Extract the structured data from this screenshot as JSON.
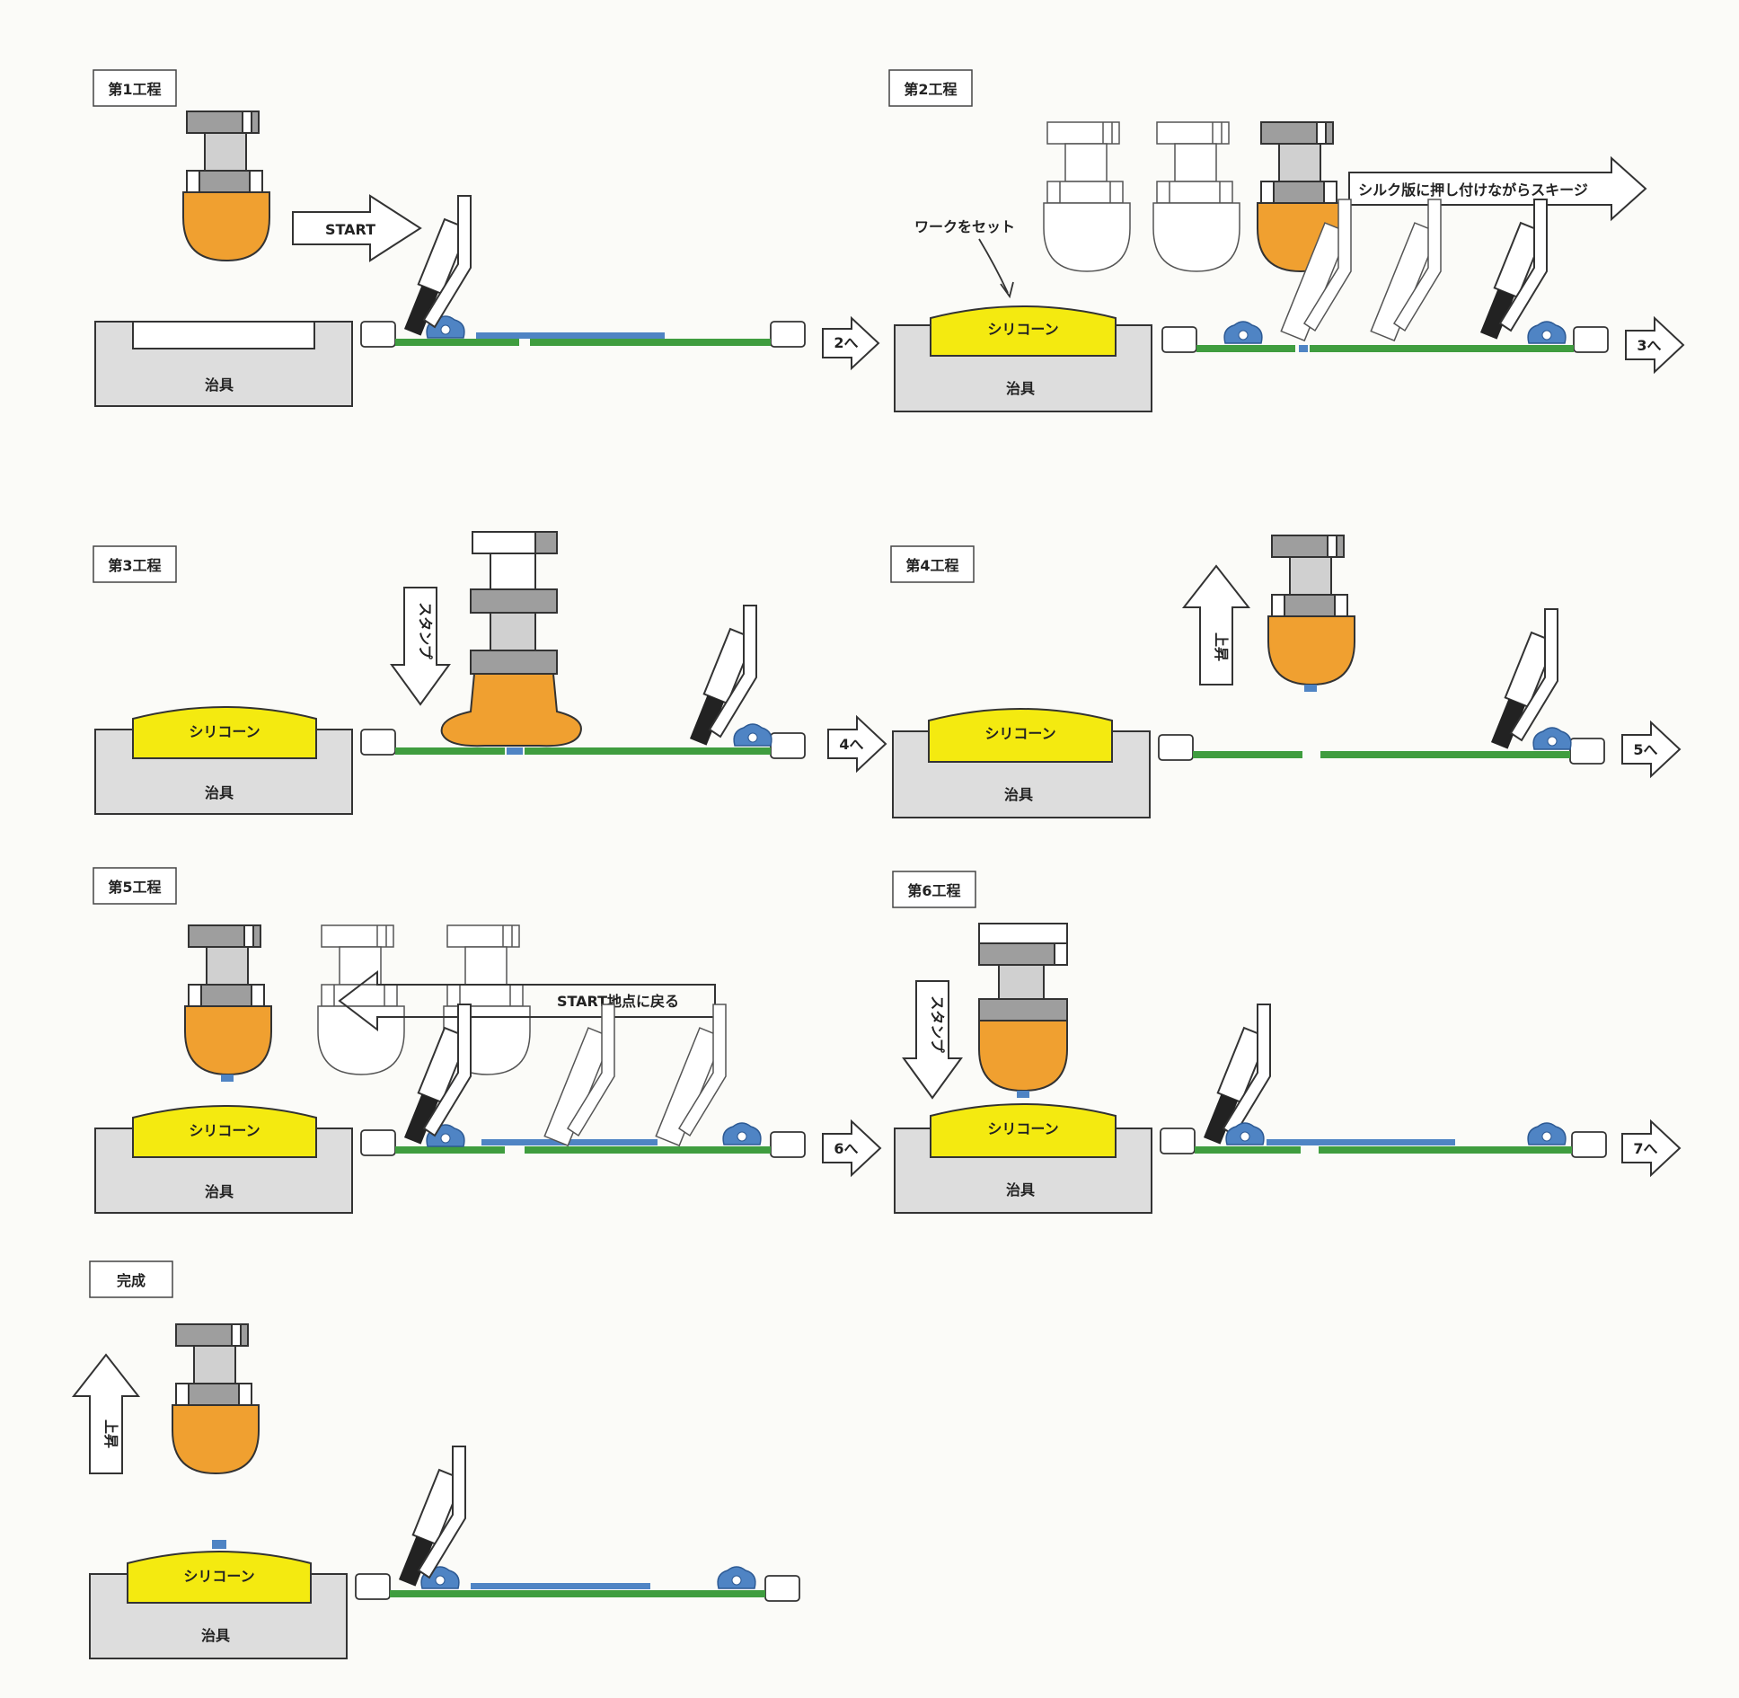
{
  "labels": {
    "jig": "治具",
    "silicone": "シリコーン",
    "start": "START",
    "set_work": "ワークをセット",
    "press_and_squeegee": "シルク版に押し付けながらスキージ",
    "stamp": "スタンプ",
    "rise": "上昇",
    "return_to_start": "START地点に戻る"
  },
  "colors": {
    "pad_orange": "#f0a030",
    "silicone_yellow": "#f4ea10",
    "jig_gray": "#dddddd",
    "head_dark": "#9e9e9e",
    "head_light": "#d0d0d0",
    "screen_green": "#3f9d3f",
    "ink_blue": "#4f84c4",
    "squeegee_black": "#222222"
  },
  "steps": [
    {
      "title": "第1工程",
      "next": "2へ"
    },
    {
      "title": "第2工程",
      "next": "3へ"
    },
    {
      "title": "第3工程",
      "next": "4へ"
    },
    {
      "title": "第4工程",
      "next": "5へ"
    },
    {
      "title": "第5工程",
      "next": "6へ"
    },
    {
      "title": "第6工程",
      "next": "7へ"
    },
    {
      "title": "完成",
      "next": ""
    }
  ]
}
